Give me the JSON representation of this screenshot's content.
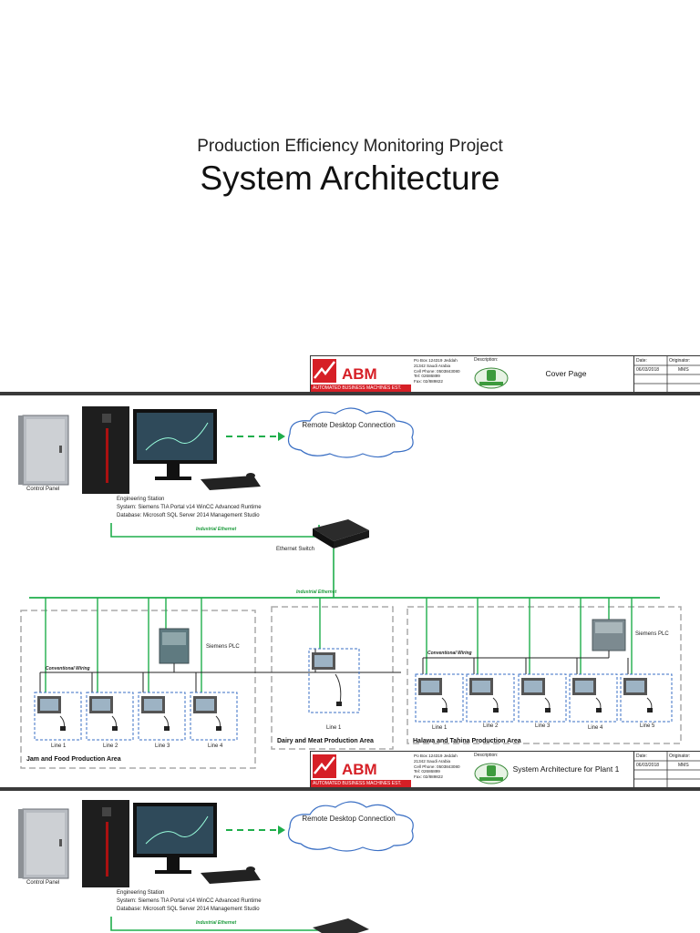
{
  "cover": {
    "subtitle": "Production Efficiency Monitoring Project",
    "title": "System Architecture"
  },
  "title_block": {
    "logo_text": "ABM",
    "logo_subtext": "AUTOMATED BUSINESS MACHINES EST.",
    "address_lines": [
      "Po Box 124319 Jeddah",
      "21342 Saudi Arabia",
      "Cell Phone: 0503843080",
      "Tel: 02686899",
      "Fax: 02/889822"
    ],
    "description_label": "Description:",
    "date_label": "Date:",
    "originator_label": "Originator:",
    "date": "06/03/2018",
    "originator": "MMS",
    "cover_description": "Cover Page",
    "arch_description": "System Architecture for Plant 1"
  },
  "architecture": {
    "cloud": "Remote Desktop Connection",
    "control_panel": "Control Panel",
    "engineering_station": "Engineering Station",
    "system": "System: Siemens TIA Portal v14 WinCC Advanced Runtime",
    "database": "Database: Microsoft SQL Server 2014 Management Studio",
    "industrial_ethernet": "Industrial Ethernet",
    "ethernet_switch": "Ethernet Switch",
    "siemens_plc": "Siemens PLC",
    "conventional_wiring": "Conventional Wiring",
    "areas": [
      {
        "name": "Jam and Food Production Area",
        "lines": [
          "Line 1",
          "Line 2",
          "Line 3",
          "Line 4"
        ]
      },
      {
        "name": "Dairy and Meat Production Area",
        "lines": [
          "Line 1"
        ]
      },
      {
        "name": "Halawa and Tahina Production Area",
        "lines": [
          "Line 1",
          "Line 2",
          "Line 3",
          "Line 4",
          "Line 5"
        ]
      }
    ]
  },
  "colors": {
    "network": "#1fae4b",
    "abm_red": "#d61f26",
    "dashed": "#3a6fc4"
  }
}
